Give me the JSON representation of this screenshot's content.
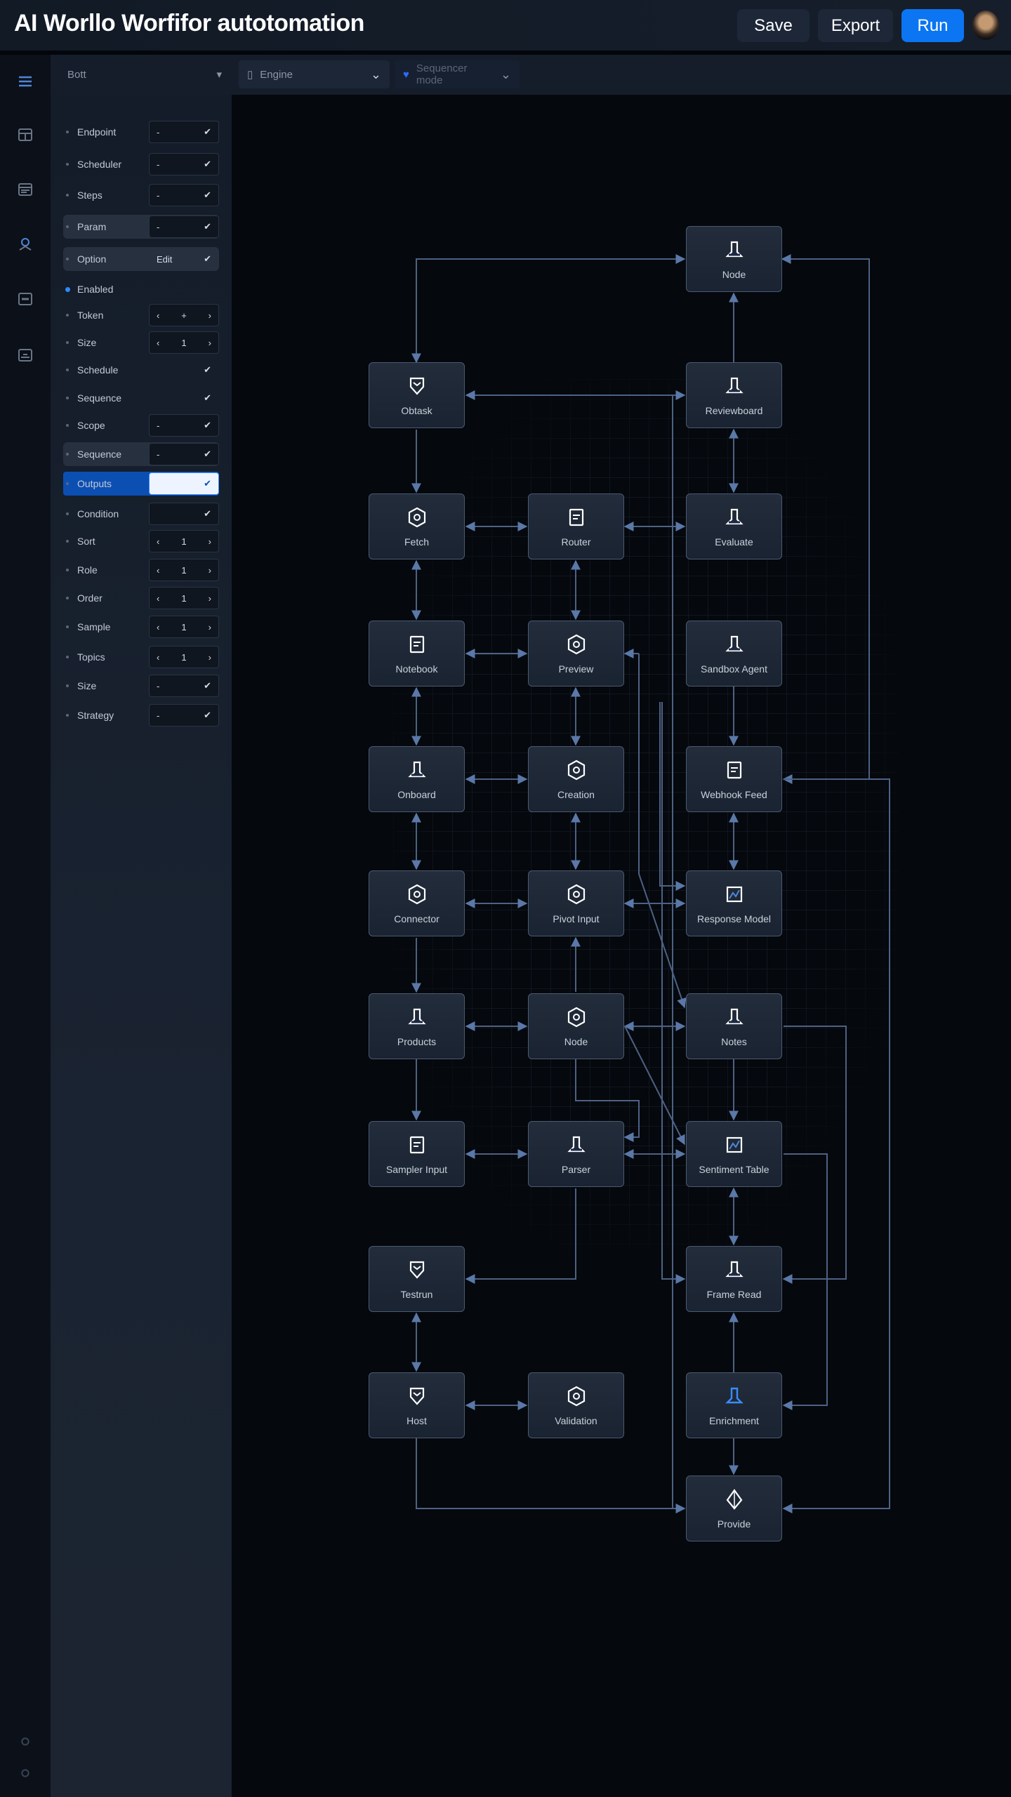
{
  "header": {
    "title": "AI Worllo Worfifor autotomation",
    "buttons": {
      "save": "Save",
      "export": "Export",
      "run": "Run"
    },
    "accent": "#0b75f2"
  },
  "toolbar": {
    "search_value": "Bott",
    "dropdown1": "Engine",
    "dropdown2": "Sequencer mode"
  },
  "rail": {
    "icons": [
      "menu-icon",
      "layout-icon",
      "table-icon",
      "agent-icon",
      "window-icon",
      "monitor-icon"
    ]
  },
  "sidebar": {
    "rows": [
      {
        "label": "Endpoint",
        "control": "select",
        "value": "-"
      },
      {
        "label": "Scheduler",
        "control": "select",
        "value": "-"
      },
      {
        "label": "Steps",
        "control": "select",
        "value": "-"
      },
      {
        "label": "Param",
        "control": "select",
        "value": "-",
        "style": "hl"
      },
      {
        "label": "Option",
        "control": "plain",
        "value": "Edit",
        "style": "hl"
      },
      {
        "label": "Enabled",
        "control": "none",
        "value": "",
        "style": "section"
      },
      {
        "label": "Token",
        "control": "stepper",
        "value": "+"
      },
      {
        "label": "Size",
        "control": "stepper",
        "value": "1"
      },
      {
        "label": "Schedule",
        "control": "plain",
        "value": ""
      },
      {
        "label": "Sequence",
        "control": "plain",
        "value": ""
      },
      {
        "label": "Scope",
        "control": "select",
        "value": "-"
      },
      {
        "label": "Sequence",
        "control": "select",
        "value": "-",
        "style": "hl"
      },
      {
        "label": "Outputs",
        "control": "white",
        "value": "",
        "style": "sel"
      },
      {
        "label": "Condition",
        "control": "select",
        "value": ""
      },
      {
        "label": "Sort",
        "control": "stepper",
        "value": "1"
      },
      {
        "label": "Role",
        "control": "stepper",
        "value": "1"
      },
      {
        "label": "Order",
        "control": "stepper",
        "value": "1"
      },
      {
        "label": "Sample",
        "control": "stepper",
        "value": "1"
      },
      {
        "label": "Topics",
        "control": "stepper",
        "value": "1"
      },
      {
        "label": "Size",
        "control": "select",
        "value": "-"
      },
      {
        "label": "Strategy",
        "control": "select",
        "value": "-"
      }
    ]
  },
  "nodes": [
    {
      "label": "Node",
      "icon": "bell",
      "col": 2,
      "row": 0
    },
    {
      "label": "Obtask",
      "icon": "shield",
      "col": 0,
      "row": 1
    },
    {
      "label": "Reviewboard",
      "icon": "bell",
      "col": 2,
      "row": 1
    },
    {
      "label": "Fetch",
      "icon": "hex",
      "col": 0,
      "row": 2
    },
    {
      "label": "Router",
      "icon": "doc",
      "col": 1,
      "row": 2
    },
    {
      "label": "Evaluate",
      "icon": "bell",
      "col": 2,
      "row": 2
    },
    {
      "label": "Notebook",
      "icon": "doc",
      "col": 0,
      "row": 3
    },
    {
      "label": "Preview",
      "icon": "hex",
      "col": 1,
      "row": 3
    },
    {
      "label": "Sandbox Agent",
      "icon": "bell",
      "col": 2,
      "row": 3
    },
    {
      "label": "Onboard",
      "icon": "bell",
      "col": 0,
      "row": 4
    },
    {
      "label": "Creation",
      "icon": "hex",
      "col": 1,
      "row": 4
    },
    {
      "label": "Webhook Feed",
      "icon": "doc",
      "col": 2,
      "row": 4
    },
    {
      "label": "Connector",
      "icon": "hex",
      "col": 0,
      "row": 5
    },
    {
      "label": "Pivot Input",
      "icon": "hex",
      "col": 1,
      "row": 5
    },
    {
      "label": "Response Model",
      "icon": "chart",
      "col": 2,
      "row": 5
    },
    {
      "label": "Products",
      "icon": "bell",
      "col": 0,
      "row": 6
    },
    {
      "label": "Node",
      "icon": "hex",
      "col": 1,
      "row": 6
    },
    {
      "label": "Notes",
      "icon": "bell",
      "col": 2,
      "row": 6
    },
    {
      "label": "Sampler Input",
      "icon": "doc",
      "col": 0,
      "row": 7
    },
    {
      "label": "Parser",
      "icon": "bell",
      "col": 1,
      "row": 7
    },
    {
      "label": "Sentiment Table",
      "icon": "chart",
      "col": 2,
      "row": 7
    },
    {
      "label": "Testrun",
      "icon": "shield",
      "col": 0,
      "row": 8
    },
    {
      "label": "Frame Read",
      "icon": "bell",
      "col": 2,
      "row": 8
    },
    {
      "label": "Host",
      "icon": "shield",
      "col": 0,
      "row": 9
    },
    {
      "label": "Validation",
      "icon": "hex",
      "col": 1,
      "row": 9
    },
    {
      "label": "Enrichment",
      "icon": "bell-blue",
      "col": 2,
      "row": 9
    },
    {
      "label": "Provide",
      "icon": "diamond",
      "col": 2,
      "row": 10
    }
  ]
}
